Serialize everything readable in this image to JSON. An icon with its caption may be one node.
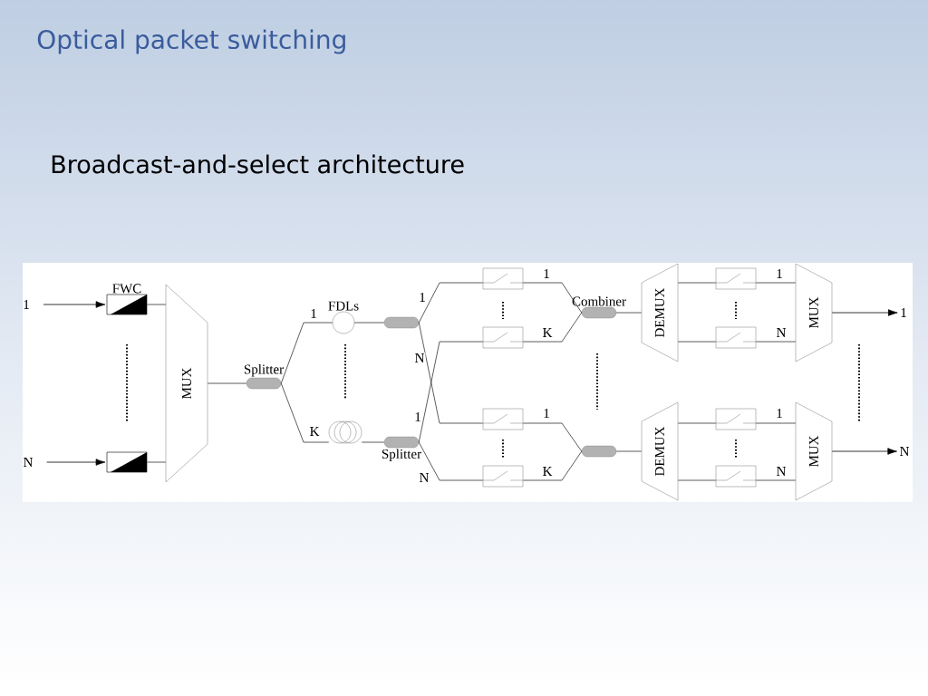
{
  "diagram": {
    "title": "Optical packet switching",
    "nodes": [
      {
        "text": [
          "1"
        ]
      },
      {
        "text": [
          "FWC"
        ]
      },
      {
        "text": [
          "N"
        ]
      },
      {
        "text": [],
        "shape": "box"
      },
      {
        "text": [
          "MUX"
        ]
      },
      {
        "text": [
          "Splitter"
        ]
      },
      {
        "text": [
          "FDLs"
        ]
      },
      {
        "text": [],
        "shape": "coil"
      },
      {
        "text": [],
        "shape": "capsule"
      },
      {
        "text": [
          "Splitter"
        ]
      },
      {
        "text": [],
        "shape": "switch"
      },
      {
        "text": [],
        "shape": "switch"
      },
      {
        "text": [],
        "shape": "switch"
      },
      {
        "text": [],
        "shape": "switch"
      },
      {
        "text": [
          "Combiner"
        ]
      },
      {
        "text": [],
        "shape": "capsule"
      },
      {
        "text": [
          "DEMUX"
        ]
      },
      {
        "text": [
          "DEMUX"
        ]
      },
      {
        "text": [],
        "shape": "switch"
      },
      {
        "text": [],
        "shape": "switch"
      },
      {
        "text": [],
        "shape": "switch"
      },
      {
        "text": [],
        "shape": "switch"
      },
      {
        "text": [
          "MUX"
        ]
      },
      {
        "text": [
          "MUX"
        ]
      },
      {
        "text": [
          "1"
        ]
      },
      {
        "text": [
          "N"
        ]
      }
    ],
    "edges": [
      {
        "from": 0,
        "to": 1,
        "arrow": "to"
      },
      {
        "from": 2,
        "to": 3,
        "arrow": "to"
      },
      {
        "from": 1,
        "to": 4,
        "arrow": "none"
      },
      {
        "from": 3,
        "to": 4,
        "arrow": "none"
      },
      {
        "from": 4,
        "to": 5,
        "arrow": "none"
      },
      {
        "from": 5,
        "to": 6,
        "arrow": "none",
        "label": "1"
      },
      {
        "from": 5,
        "to": 7,
        "arrow": "none",
        "label": "K"
      },
      {
        "from": 6,
        "to": 8,
        "arrow": "none"
      },
      {
        "from": 7,
        "to": 9,
        "arrow": "none"
      },
      {
        "from": 8,
        "to": 10,
        "arrow": "none",
        "label": "1"
      },
      {
        "from": 8,
        "to": 12,
        "arrow": "none",
        "label": "N"
      },
      {
        "from": 9,
        "to": 11,
        "arrow": "none",
        "label": "1"
      },
      {
        "from": 9,
        "to": 13,
        "arrow": "none",
        "label": "N"
      },
      {
        "from": 10,
        "to": 14,
        "arrow": "none",
        "label": "1"
      },
      {
        "from": 11,
        "to": 14,
        "arrow": "none",
        "label": "K"
      },
      {
        "from": 12,
        "to": 15,
        "arrow": "none",
        "label": "1"
      },
      {
        "from": 13,
        "to": 15,
        "arrow": "none",
        "label": "K"
      },
      {
        "from": 14,
        "to": 16,
        "arrow": "none"
      },
      {
        "from": 15,
        "to": 17,
        "arrow": "none"
      },
      {
        "from": 16,
        "to": 18,
        "arrow": "none"
      },
      {
        "from": 16,
        "to": 19,
        "arrow": "none"
      },
      {
        "from": 17,
        "to": 20,
        "arrow": "none"
      },
      {
        "from": 17,
        "to": 21,
        "arrow": "none"
      },
      {
        "from": 18,
        "to": 22,
        "arrow": "none",
        "label": "1"
      },
      {
        "from": 19,
        "to": 22,
        "arrow": "none",
        "label": "N"
      },
      {
        "from": 20,
        "to": 23,
        "arrow": "none",
        "label": "1"
      },
      {
        "from": 21,
        "to": 23,
        "arrow": "none",
        "label": "N"
      },
      {
        "from": 22,
        "to": 24,
        "arrow": "to"
      },
      {
        "from": 23,
        "to": 25,
        "arrow": "to"
      }
    ],
    "labels": [
      "Broadcast-and-select architecture"
    ]
  }
}
